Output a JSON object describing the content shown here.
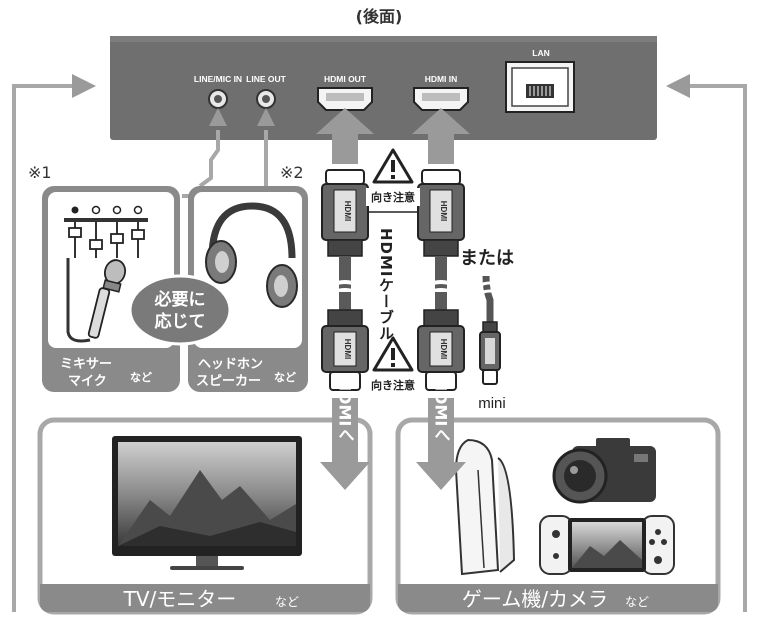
{
  "header": {
    "title": "(後面)"
  },
  "device": {
    "ports": {
      "line_mic_in": "LINE/MIC IN",
      "line_out": "LINE OUT",
      "hdmi_out": "HDMI OUT",
      "hdmi_in": "HDMI IN",
      "lan": "LAN"
    }
  },
  "notes": {
    "note1": "※1",
    "note2": "※2"
  },
  "cards": {
    "mixer": {
      "line1": "ミキサー",
      "line2": "マイク",
      "suffix": "など"
    },
    "headphone": {
      "line1": "ヘッドホン",
      "line2": "スピーカー",
      "suffix": "など"
    }
  },
  "bubble": {
    "line1": "必要に",
    "line2": "応じて"
  },
  "cable": {
    "caution_top": "向き注意",
    "caution_bottom": "向き注意",
    "name": "HDMIケーブル",
    "or_label": "または",
    "mini_label": "mini",
    "plug_tag": "HDMI"
  },
  "arrows": {
    "to_tv": "HDMIへ",
    "from_game": "HDMIへ"
  },
  "bottom": {
    "tv": {
      "label": "TV/モニター",
      "suffix": "など"
    },
    "game": {
      "label": "ゲーム機/カメラ",
      "suffix": "など"
    }
  },
  "colors": {
    "device": "#6f6f6f",
    "card": "#8a8a8a",
    "panel_border": "#a8a8a8",
    "bubble": "#7a7a7a",
    "arrow": "#9a9a9a",
    "cable": "#5a5a5a"
  }
}
